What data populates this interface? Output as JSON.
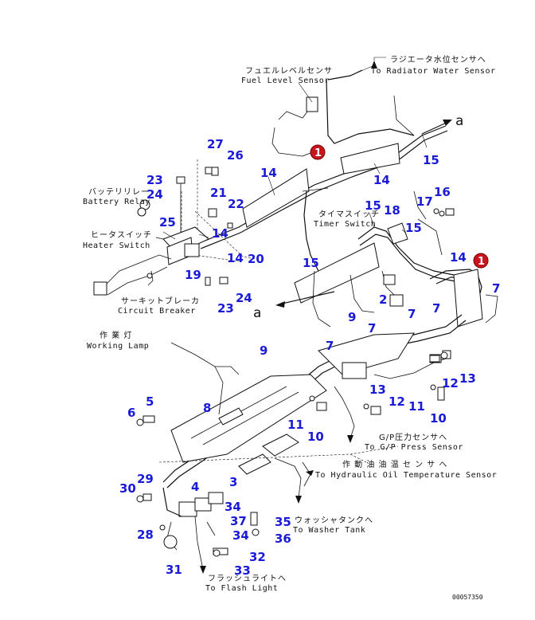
{
  "labels": {
    "fuel_level_jp": "フュエルレベルセンサ",
    "fuel_level_en": "Fuel Level Sensor",
    "radiator_jp": "ラジエータ水位センサへ",
    "radiator_en": "To Radiator Water Sensor",
    "battery_relay_jp": "バッテリリレー",
    "battery_relay_en": "Battery Relay",
    "heater_switch_jp": "ヒータスイッチ",
    "heater_switch_en": "Heater Switch",
    "timer_switch_jp": "タイマスイッチ",
    "timer_switch_en": "Timer Switch",
    "circuit_breaker_jp": "サーキットブレーカ",
    "circuit_breaker_en": "Circuit Breaker",
    "working_lamp_jp": "作 業 灯",
    "working_lamp_en": "Working Lamp",
    "gp_press_jp": "G/P圧力センサへ",
    "gp_press_en": "To G/P Press Sensor",
    "hyd_oil_jp": "作 動 油 油 温 セ ン サ へ",
    "hyd_oil_en": "To Hydraulic Oil Temperature Sensor",
    "washer_tank_jp": "ウォッシャタンクへ",
    "washer_tank_en": "To Washer Tank",
    "flash_light_jp": "フラッシュライトへ",
    "flash_light_en": "To Flash Light"
  },
  "letters": {
    "a1": "a",
    "a2": "a"
  },
  "badge": "1",
  "figure_code": "00057350",
  "callouts": {
    "c1": "27",
    "c2": "26",
    "c3": "23",
    "c4": "24",
    "c5": "21",
    "c6": "22",
    "c7": "25",
    "c8": "14",
    "c9": "14",
    "c10": "20",
    "c11": "19",
    "c12": "23",
    "c13": "24",
    "c14": "14",
    "c15": "14",
    "c16": "15",
    "c17": "15",
    "c18": "18",
    "c19": "17",
    "c20": "16",
    "c21": "15",
    "c22": "14",
    "c23": "15",
    "c24": "7",
    "c25": "2",
    "c26": "7",
    "c27": "7",
    "c28": "9",
    "c29": "7",
    "c30": "7",
    "c31": "9",
    "c32": "12",
    "c33": "13",
    "c34": "13",
    "c35": "12",
    "c36": "11",
    "c37": "10",
    "c38": "5",
    "c39": "6",
    "c40": "8",
    "c41": "11",
    "c42": "10",
    "c43": "3",
    "c44": "29",
    "c45": "30",
    "c46": "4",
    "c47": "34",
    "c48": "37",
    "c49": "28",
    "c50": "34",
    "c51": "35",
    "c52": "36",
    "c53": "32",
    "c54": "31",
    "c55": "33"
  }
}
